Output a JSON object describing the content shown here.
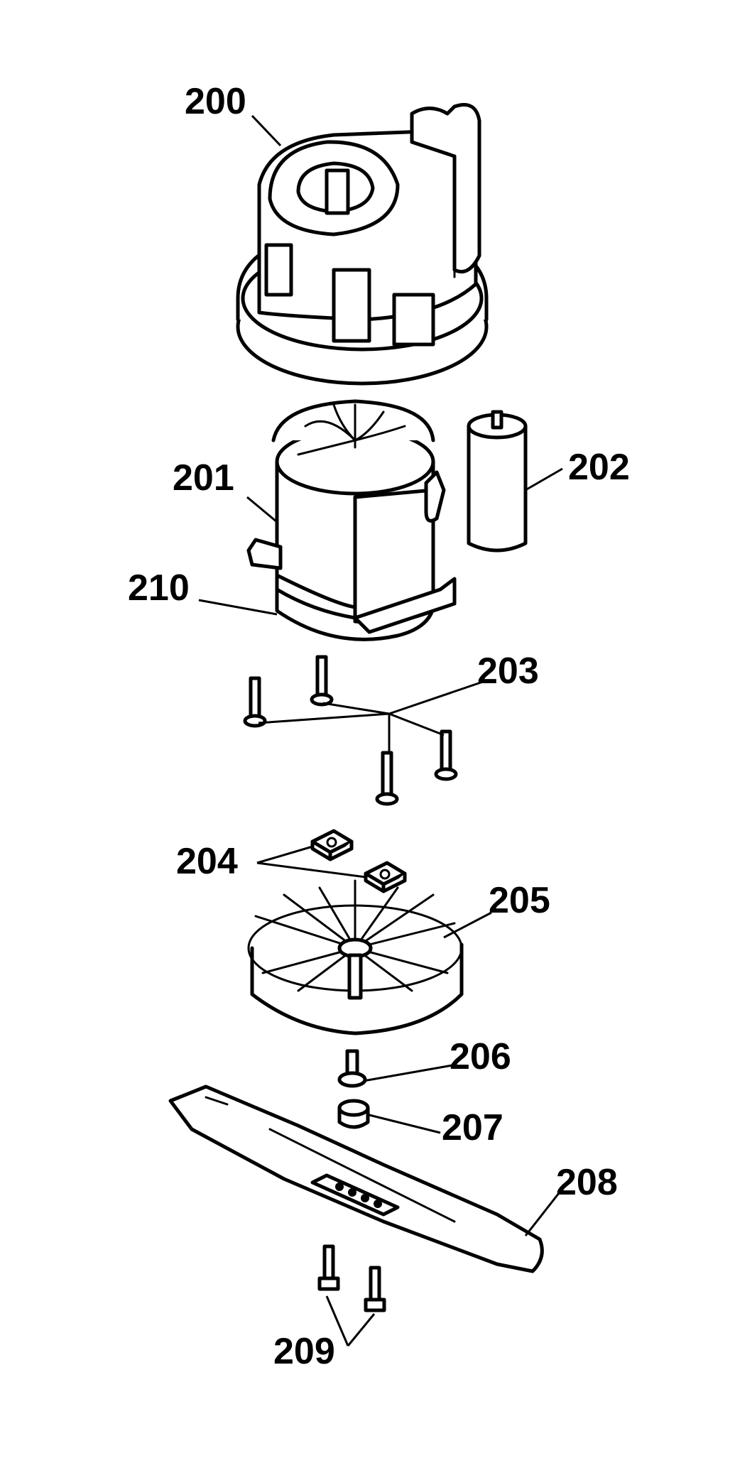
{
  "diagram": {
    "labels": {
      "p200": "200",
      "p201": "201",
      "p202": "202",
      "p203": "203",
      "p204": "204",
      "p205": "205",
      "p206": "206",
      "p207": "207",
      "p208": "208",
      "p209": "209",
      "p210": "210"
    },
    "parts": {
      "p200": "motor-housing-icon",
      "p201": "motor-icon",
      "p202": "capacitor-icon",
      "p203": "screw-icon",
      "p204": "nut-icon",
      "p205": "fan-icon",
      "p206": "bolt-icon",
      "p207": "spacer-icon",
      "p208": "blade-icon",
      "p209": "blade-bolt-icon",
      "p210": "motor-band-icon"
    },
    "colors": {
      "line": "#000000",
      "background": "#ffffff"
    }
  }
}
